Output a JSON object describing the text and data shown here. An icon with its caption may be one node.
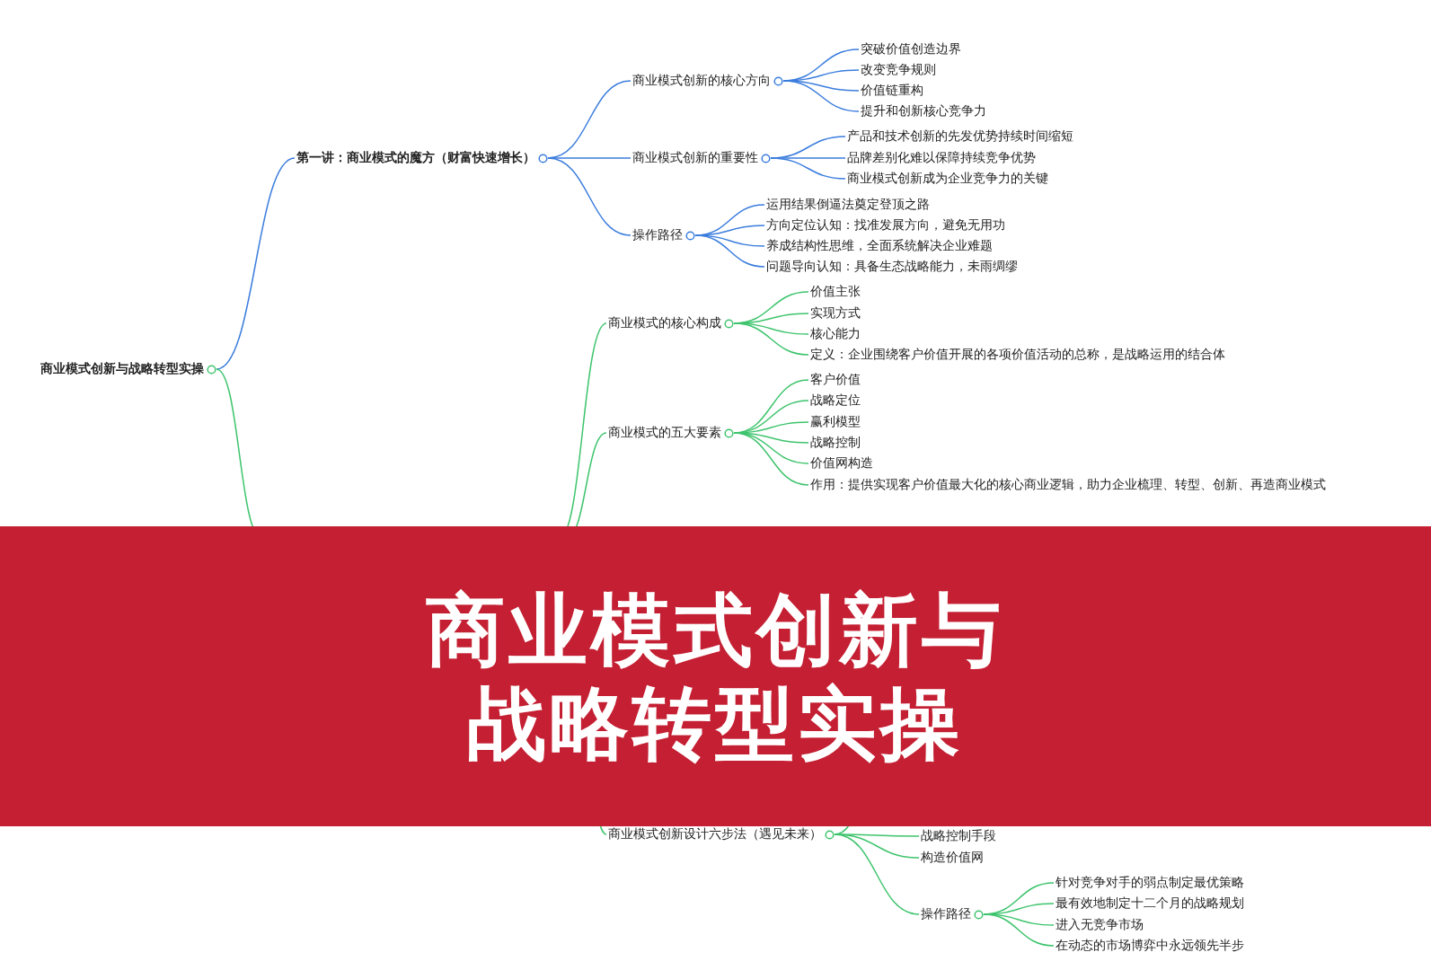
{
  "diagram": {
    "title": "商业模式创新与战略转型实操",
    "nodes": [
      {
        "text": [
          "商业模式创新与战略转型实操"
        ]
      },
      {
        "text": [
          "第一讲：商业模式的魔方（财富快速增长）"
        ]
      },
      {
        "text": [
          "商业模式创新的核心方向"
        ]
      },
      {
        "text": [
          "突破价值创造边界"
        ]
      },
      {
        "text": [
          "改变竞争规则"
        ]
      },
      {
        "text": [
          "价值链重构"
        ]
      },
      {
        "text": [
          "提升和创新核心竞争力"
        ]
      },
      {
        "text": [
          "商业模式创新的重要性"
        ]
      },
      {
        "text": [
          "产品和技术创新的先发优势持续时间缩短"
        ]
      },
      {
        "text": [
          "品牌差别化难以保障持续竞争优势"
        ]
      },
      {
        "text": [
          "商业模式创新成为企业竞争力的关键"
        ]
      },
      {
        "text": [
          "操作路径"
        ]
      },
      {
        "text": [
          "运用结果倒逼法奠定登顶之路"
        ]
      },
      {
        "text": [
          "方向定位认知：找准发展方向，避免无用功"
        ]
      },
      {
        "text": [
          "养成结构性思维，全面系统解决企业难题"
        ]
      },
      {
        "text": [
          "问题导向认知：具备生态战略能力，未雨绸缪"
        ]
      },
      {
        "text": [
          "商业模式的核心构成"
        ]
      },
      {
        "text": [
          "价值主张"
        ]
      },
      {
        "text": [
          "实现方式"
        ]
      },
      {
        "text": [
          "核心能力"
        ]
      },
      {
        "text": [
          "定义：企业围绕客户价值开展的各项价值活动的总称，是战略运用的结合体"
        ]
      },
      {
        "text": [
          "商业模式的五大要素"
        ]
      },
      {
        "text": [
          "客户价值"
        ]
      },
      {
        "text": [
          "战略定位"
        ]
      },
      {
        "text": [
          "赢利模型"
        ]
      },
      {
        "text": [
          "战略控制"
        ]
      },
      {
        "text": [
          "价值网构造"
        ]
      },
      {
        "text": [
          "作用：提供实现客户价值最大化的核心商业逻辑，助力企业梳理、转型、创新、再造商业模式"
        ]
      },
      {
        "text": [
          "商业模式创新设计六步法（遇见未来）"
        ]
      },
      {
        "text": [
          "战略控制手段"
        ]
      },
      {
        "text": [
          "构造价值网"
        ]
      },
      {
        "text": [
          "操作路径"
        ]
      },
      {
        "text": [
          "针对竞争对手的弱点制定最优策略"
        ]
      },
      {
        "text": [
          "最有效地制定十二个月的战略规划"
        ]
      },
      {
        "text": [
          "进入无竞争市场"
        ]
      },
      {
        "text": [
          "在动态的市场博弈中永远领先半步"
        ]
      }
    ],
    "edges": [
      {
        "from": 0,
        "to": 1,
        "arrow": "none",
        "color": "#3b7ddd"
      },
      {
        "from": 0,
        "to": null,
        "arrow": "none"
      },
      {
        "from": 1,
        "to": 2,
        "arrow": "none",
        "color": "#3b7ddd"
      },
      {
        "from": 1,
        "to": 7,
        "arrow": "none",
        "color": "#3b7ddd"
      },
      {
        "from": 1,
        "to": 11,
        "arrow": "none",
        "color": "#3b7ddd"
      },
      {
        "from": 2,
        "to": 3,
        "arrow": "none",
        "color": "#3b7ddd"
      },
      {
        "from": 2,
        "to": 4,
        "arrow": "none",
        "color": "#3b7ddd"
      },
      {
        "from": 2,
        "to": 5,
        "arrow": "none",
        "color": "#3b7ddd"
      },
      {
        "from": 2,
        "to": 6,
        "arrow": "none",
        "color": "#3b7ddd"
      },
      {
        "from": 7,
        "to": 8,
        "arrow": "none",
        "color": "#3b7ddd"
      },
      {
        "from": 7,
        "to": 9,
        "arrow": "none",
        "color": "#3b7ddd"
      },
      {
        "from": 7,
        "to": 10,
        "arrow": "none",
        "color": "#3b7ddd"
      },
      {
        "from": 11,
        "to": 12,
        "arrow": "none",
        "color": "#3b7ddd"
      },
      {
        "from": 11,
        "to": 13,
        "arrow": "none",
        "color": "#3b7ddd"
      },
      {
        "from": 11,
        "to": 14,
        "arrow": "none",
        "color": "#3b7ddd"
      },
      {
        "from": 11,
        "to": 15,
        "arrow": "none",
        "color": "#3b7ddd"
      },
      {
        "from": null,
        "to": 16,
        "arrow": "none"
      },
      {
        "from": 16,
        "to": 17,
        "arrow": "none"
      },
      {
        "from": 16,
        "to": 18,
        "arrow": "none"
      },
      {
        "from": 16,
        "to": 19,
        "arrow": "none"
      },
      {
        "from": 16,
        "to": 20,
        "arrow": "none"
      },
      {
        "from": null,
        "to": 21,
        "arrow": "none"
      },
      {
        "from": 21,
        "to": 22,
        "arrow": "none"
      },
      {
        "from": 21,
        "to": 23,
        "arrow": "none"
      },
      {
        "from": 21,
        "to": 24,
        "arrow": "none"
      },
      {
        "from": 21,
        "to": 25,
        "arrow": "none"
      },
      {
        "from": 21,
        "to": 26,
        "arrow": "none"
      },
      {
        "from": 21,
        "to": 27,
        "arrow": "none"
      },
      {
        "from": null,
        "to": 28,
        "arrow": "none"
      },
      {
        "from": 28,
        "to": null,
        "arrow": "none"
      },
      {
        "from": 28,
        "to": 29,
        "arrow": "none"
      },
      {
        "from": 28,
        "to": 30,
        "arrow": "none"
      },
      {
        "from": 28,
        "to": 31,
        "arrow": "none"
      },
      {
        "from": 31,
        "to": 32,
        "arrow": "none"
      },
      {
        "from": 31,
        "to": 33,
        "arrow": "none"
      },
      {
        "from": 31,
        "to": 34,
        "arrow": "none"
      },
      {
        "from": 31,
        "to": 35,
        "arrow": "none"
      }
    ]
  }
}
